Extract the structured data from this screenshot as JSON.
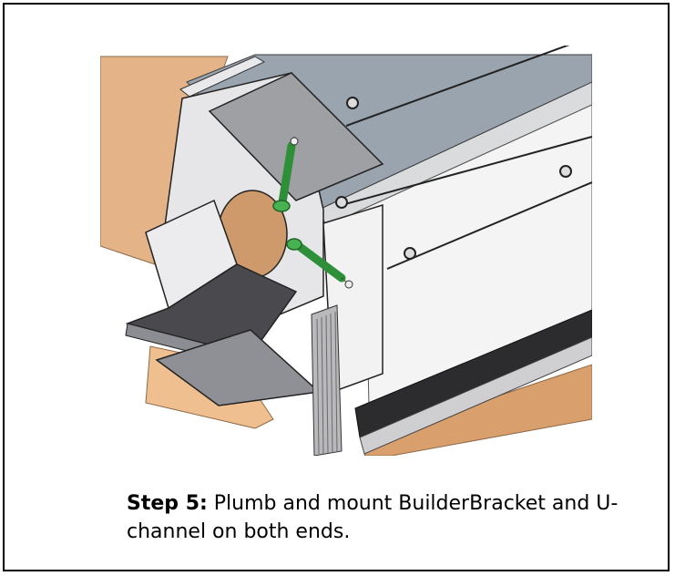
{
  "caption": {
    "step_label": "Step 5:",
    "text": " Plumb and mount BuilderBracket and U-channel on both ends."
  },
  "colors": {
    "wood": "#e8b98c",
    "wood_dark": "#d79a66",
    "metal_light": "#e8e8ea",
    "metal_mid": "#a7a9ad",
    "metal_dark": "#5c5c60",
    "header_panel": "#9aa4ae",
    "screw_green": "#3fa84a",
    "border": "#000000"
  },
  "icons": [
    "wood-beam",
    "mounting-bracket",
    "u-channel",
    "green-screw",
    "header-rail"
  ]
}
